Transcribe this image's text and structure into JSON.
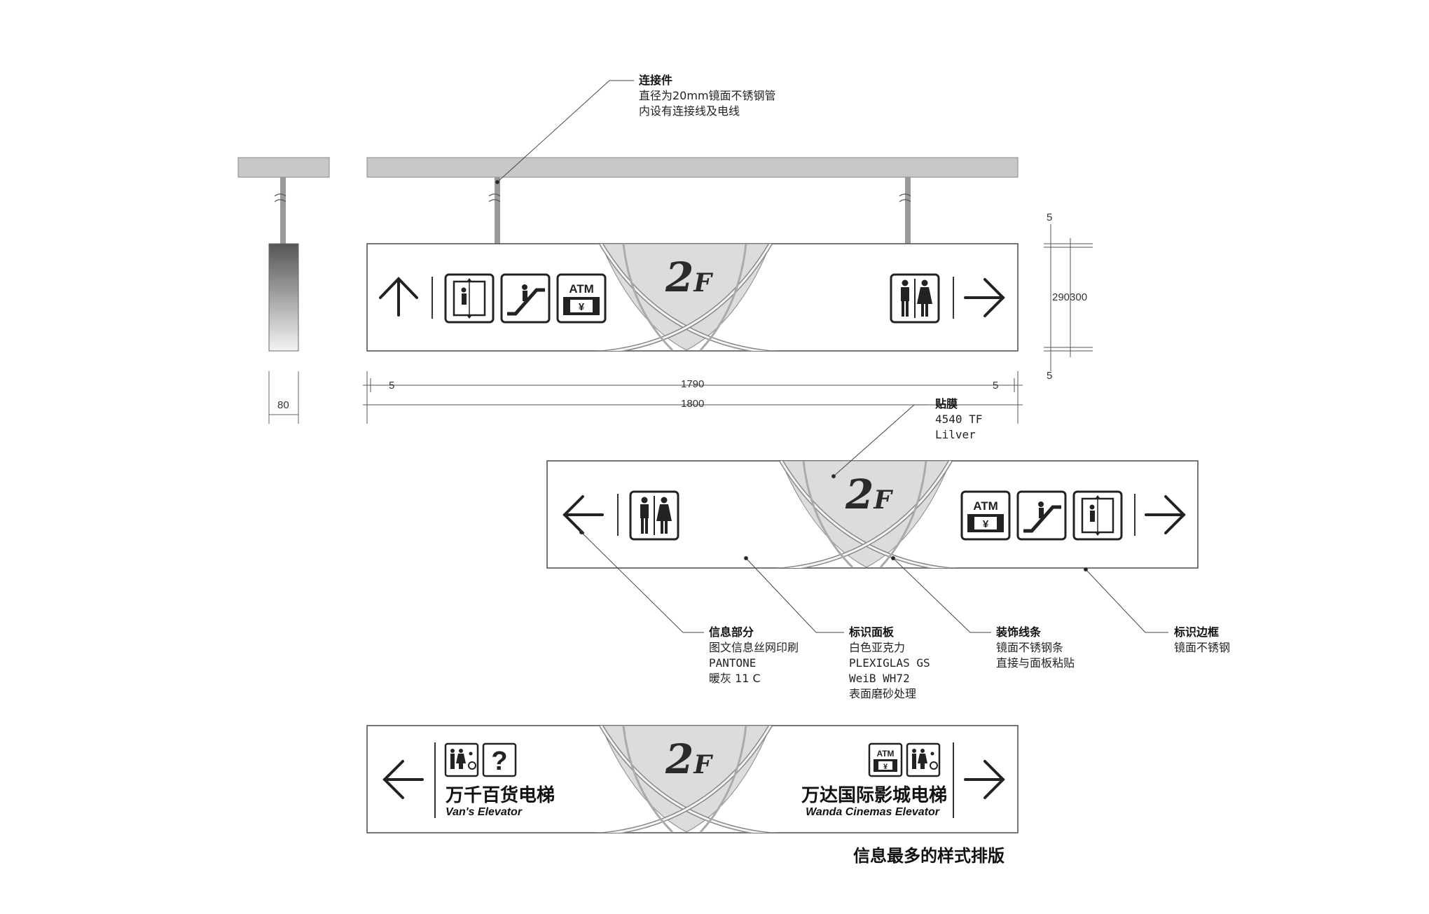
{
  "callouts": {
    "connector": {
      "title": "连接件",
      "lines": [
        "直径为20mm镜面不锈钢管",
        "内设有连接线及电线"
      ]
    },
    "film": {
      "title": "贴膜",
      "lines": [
        "4540 TF",
        "Lilver"
      ]
    },
    "info": {
      "title": "信息部分",
      "lines": [
        "图文信息丝网印刷",
        "PANTONE",
        "暖灰 11 C"
      ]
    },
    "panel": {
      "title": "标识面板",
      "lines": [
        "白色亚克力",
        "PLEXIGLAS GS",
        "WeiB WH72",
        "表面磨砂处理"
      ]
    },
    "strip": {
      "title": "装饰线条",
      "lines": [
        "镜面不锈钢条",
        "直接与面板粘贴"
      ]
    },
    "frame": {
      "title": "标识边框",
      "lines": [
        "镜面不锈钢"
      ]
    }
  },
  "dimensions": {
    "side_width": "80",
    "margin_left": "5",
    "inner_width": "1790",
    "margin_right": "5",
    "total_width": "1800",
    "top_margin": "5",
    "height_pair": "290300",
    "bottom_margin": "5"
  },
  "floor": {
    "number": "2",
    "letter": "F"
  },
  "icons": {
    "atm": "ATM",
    "yuan": "¥",
    "question": "?"
  },
  "sign3": {
    "left_cn": "万千百货电梯",
    "left_en": "Van's Elevator",
    "right_cn": "万达国际影城电梯",
    "right_en": "Wanda Cinemas Elevator"
  },
  "caption": "信息最多的样式排版",
  "colors": {
    "line": "#333333",
    "ceiling": "#c8c8c8",
    "lens": "#dcdcdc",
    "ink": "#222222"
  }
}
